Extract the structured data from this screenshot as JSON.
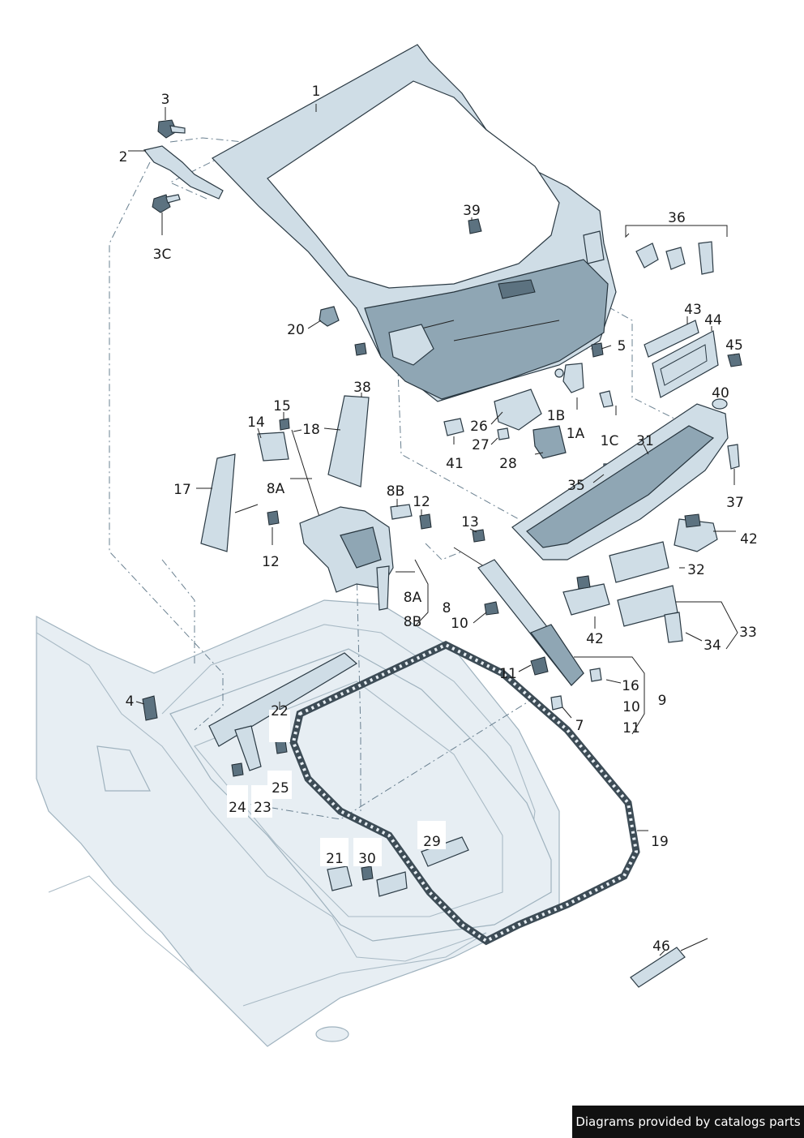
{
  "credit": "Diagrams provided by catalogs parts",
  "callouts": [
    "1",
    "2",
    "3",
    "3C",
    "4",
    "5",
    "7",
    "8",
    "8A",
    "8A",
    "8B",
    "8B",
    "9",
    "10",
    "10",
    "11",
    "11",
    "12",
    "12",
    "13",
    "14",
    "15",
    "16",
    "17",
    "18",
    "19",
    "20",
    "21",
    "22",
    "23",
    "24",
    "25",
    "26",
    "27",
    "28",
    "29",
    "30",
    "31",
    "32",
    "33",
    "34",
    "35",
    "36",
    "37",
    "38",
    "39",
    "40",
    "41",
    "42",
    "42",
    "43",
    "44",
    "45",
    "46",
    "1A",
    "1B",
    "1C"
  ]
}
